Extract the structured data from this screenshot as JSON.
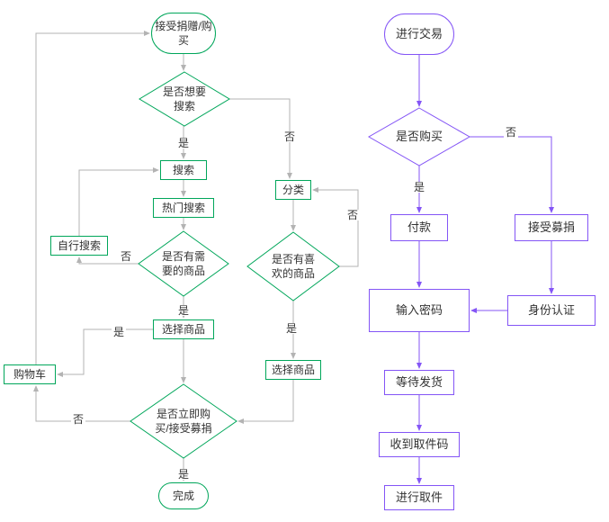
{
  "colors": {
    "left_stroke": "#00a65a",
    "right_stroke": "#8455f6",
    "left_connector": "#b3b3b3",
    "right_connector": "#8455f6",
    "text": "#333333",
    "bg": "#ffffff"
  },
  "left_flow": {
    "nodes": {
      "start": "接受捐赠/购买",
      "want_search": "是否想要搜索",
      "search": "搜索",
      "hot_search": "热门搜索",
      "self_search": "自行搜索",
      "need_product": "是否有需要的商品",
      "select_product": "选择商品",
      "cart": "购物车",
      "category": "分类",
      "like_product": "是否有喜欢的商品",
      "select_product2": "选择商品",
      "buy_now": "是否立即购买/接受募捐",
      "done": "完成"
    },
    "labels": {
      "yes1": "是",
      "no1": "否",
      "no2": "否",
      "yes2": "是",
      "yes3": "是",
      "no3": "否",
      "no4": "否",
      "yes4": "是",
      "yes5": "是"
    }
  },
  "right_flow": {
    "nodes": {
      "start": "进行交易",
      "is_buy": "是否购买",
      "pay": "付款",
      "accept_donation": "接受募捐",
      "enter_password": "输入密码",
      "identity_auth": "身份认证",
      "wait_delivery": "等待发货",
      "receive_code": "收到取件码",
      "pickup": "进行取件"
    },
    "labels": {
      "yes": "是",
      "no": "否"
    }
  }
}
